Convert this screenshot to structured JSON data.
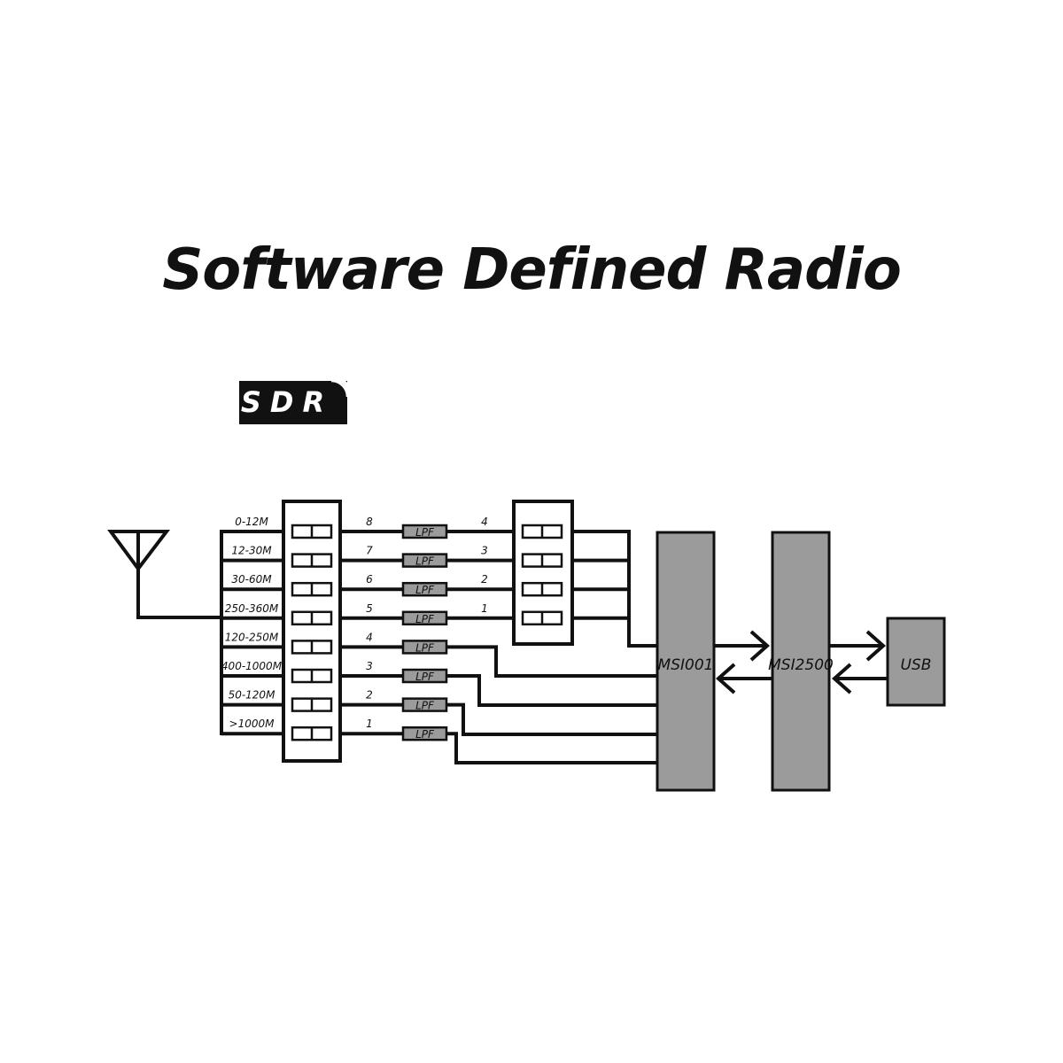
{
  "title": "Software Defined Radio",
  "badge": {
    "text": "SDR"
  },
  "bands": [
    "0-12M",
    "12-30M",
    "30-60M",
    "250-360M",
    "120-250M",
    "400-1000M",
    "50-120M",
    ">1000M"
  ],
  "in_ports": [
    "8",
    "7",
    "6",
    "5",
    "4",
    "3",
    "2",
    "1"
  ],
  "out_ports": [
    "4",
    "3",
    "2",
    "1"
  ],
  "filter_label": "LPF",
  "chips": {
    "tuner": "MSI001",
    "bridge": "MSI2500",
    "usb": "USB"
  },
  "colors": {
    "line": "#111111",
    "chip": "#9b9b9b",
    "lpf": "#9b9b9b"
  }
}
